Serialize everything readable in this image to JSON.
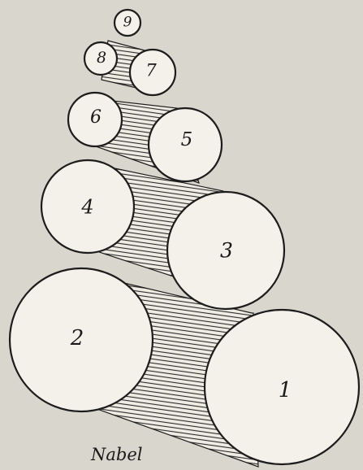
{
  "figure": {
    "labels": {
      "w1": "1",
      "w2": "2",
      "w3": "3",
      "w4": "4",
      "w5": "5",
      "w6": "6",
      "w7": "7",
      "w8": "8",
      "w9": "9"
    },
    "caption": "Nabel"
  }
}
